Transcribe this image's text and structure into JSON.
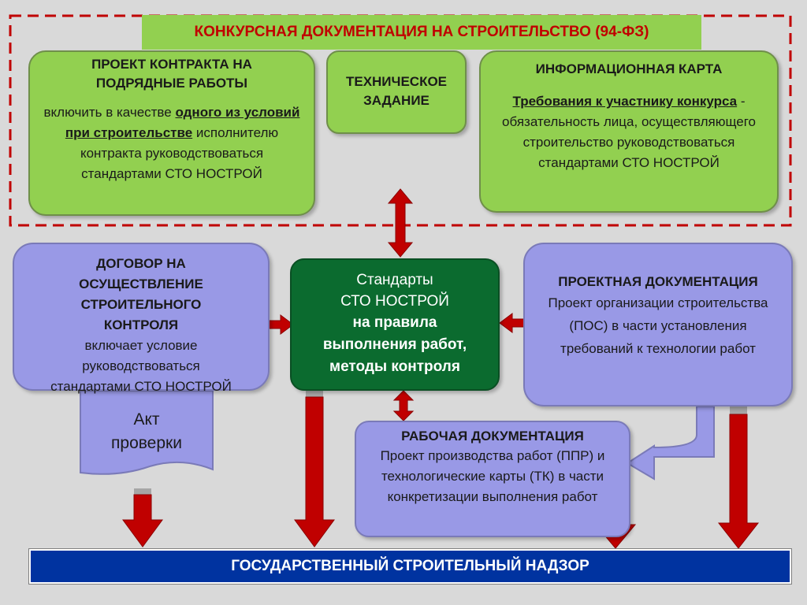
{
  "header": {
    "title": "КОНКУРСНАЯ ДОКУМЕНТАЦИЯ НА СТРОИТЕЛЬСТВО (94-ФЗ)"
  },
  "contract_project": {
    "title": "ПРОЕКТ КОНТРАКТА НА ПОДРЯДНЫЕ РАБОТЫ",
    "text_before": "включить в качестве",
    "underlined": "одного из условий при строительстве",
    "text_after": "исполнителю контракта руководствоваться стандартами СТО НОСТРОЙ"
  },
  "tech_task": {
    "title": "ТЕХНИЧЕСКОЕ ЗАДАНИЕ"
  },
  "info_card": {
    "title": "ИНФОРМАЦИОННАЯ КАРТА",
    "underlined": "Требования к участнику конкурса",
    "text": "- обязательность лица, осуществляющего строительство руководствоваться стандартами СТО НОСТРОЙ"
  },
  "supervision_contract": {
    "title": "ДОГОВОР НА ОСУЩЕСТВЛЕНИЕ СТРОИТЕЛЬНОГО КОНТРОЛЯ",
    "text": "включает условие руководствоваться стандартами СТО НОСТРОЙ"
  },
  "standards": {
    "line1": "Стандарты",
    "line2": "СТО НОСТРОЙ",
    "line3": "на правила",
    "line4": "выполнения работ,",
    "line5": "методы контроля"
  },
  "project_docs": {
    "title": "ПРОЕКТНАЯ ДОКУМЕНТАЦИЯ",
    "text": "Проект организации строительства (ПОС) в части установления требований к технологии работ"
  },
  "act": {
    "line1": "Акт",
    "line2": "проверки"
  },
  "work_docs": {
    "title": "РАБОЧАЯ ДОКУМЕНТАЦИЯ",
    "text": "Проект производства работ (ППР) и технологические карты (ТК) в части конкретизации выполнения работ"
  },
  "footer": {
    "title": "ГОСУДАРСТВЕННЫЙ СТРОИТЕЛЬНЫЙ НАДЗОР"
  },
  "colors": {
    "green": "#92d050",
    "lavender": "#9999e6",
    "dark_green": "#0b6b2f",
    "arrow_red": "#c00000",
    "footer_blue": "#0033a0",
    "dash_red": "#c00000"
  }
}
